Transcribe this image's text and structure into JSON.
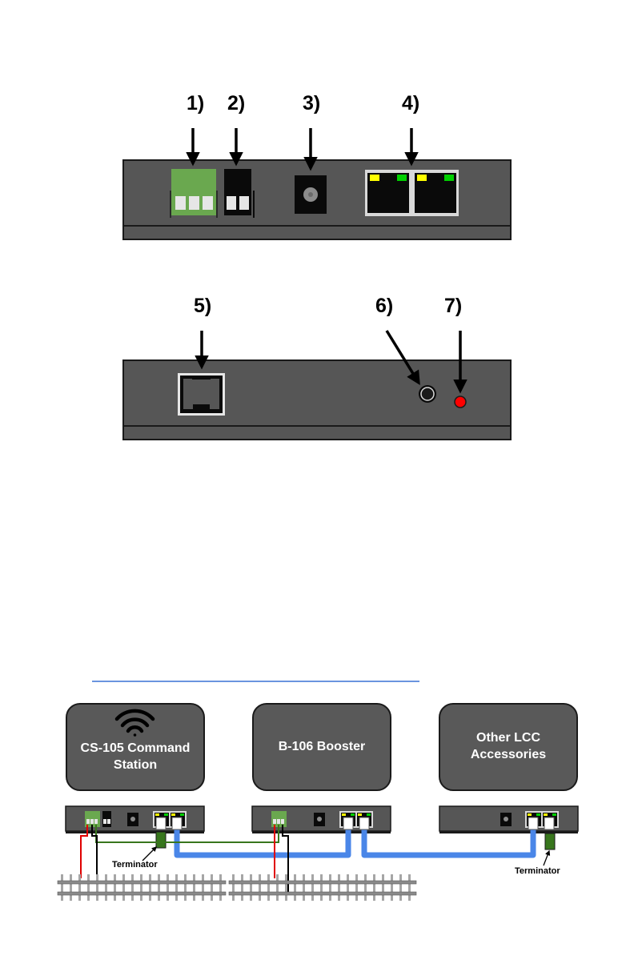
{
  "callouts": [
    "1)",
    "2)",
    "3)",
    "4)",
    "5)",
    "6)",
    "7)"
  ],
  "devices": {
    "cs105": "CS-105 Command Station",
    "b106": "B-106 Booster",
    "other": "Other LCC Accessories"
  },
  "terminator_label": "Terminator",
  "colors": {
    "panel": "#565656",
    "terminal_green": "#6aa84f",
    "led_yellow": "#ffff00",
    "led_green": "#00d000",
    "led_red": "#ff0000",
    "cable_blue": "#4a86e8",
    "wire_red": "#e00000",
    "wire_green": "#38761d",
    "link_blue": "#1155cc"
  },
  "icons": [
    "wifi-icon",
    "power-jack-icon",
    "rj45-port-icon",
    "push-button-icon",
    "led-icon",
    "terminator-plug-icon",
    "track-icon"
  ]
}
